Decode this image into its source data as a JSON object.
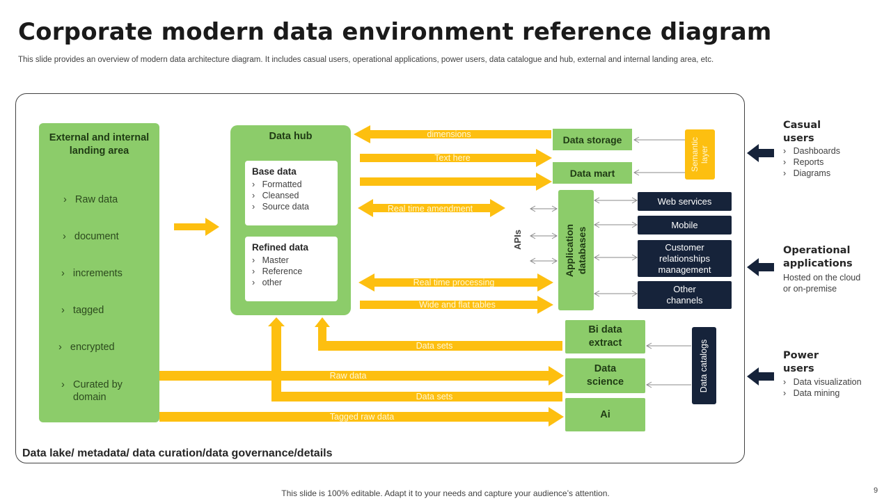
{
  "header": {
    "title": "Corporate modern data environment reference diagram",
    "subtitle": "This slide provides an overview of modern data architecture diagram. It includes casual users, operational applications, power users, data catalogue and hub, external and internal landing area, etc."
  },
  "landing": {
    "title": "External and internal landing area",
    "items": [
      "Raw data",
      "document",
      "increments",
      "tagged",
      "encrypted",
      "Curated by domain"
    ]
  },
  "hub": {
    "title": "Data hub",
    "base": {
      "title": "Base data",
      "items": [
        "Formatted",
        "Cleansed",
        "Source data"
      ]
    },
    "refined": {
      "title": "Refined data",
      "items": [
        "Master",
        "Reference",
        "other"
      ]
    }
  },
  "arrows": {
    "dimensions": "dimensions",
    "text_here": "Text here",
    "real_time_amendment": "Real time amendment",
    "real_time_processing": "Real time processing",
    "wide_flat": "Wide and flat tables",
    "data_sets_1": "Data sets",
    "raw_data": "Raw data",
    "data_sets_2": "Data sets",
    "tagged_raw": "Tagged raw data"
  },
  "boxes": {
    "data_storage": "Data storage",
    "data_mart": "Data mart",
    "semantic_layer": "Semantic layer",
    "apis": "APIs",
    "app_db": "Application databases",
    "bi_extract": "Bi data extract",
    "data_science": "Data science",
    "ai": "Ai",
    "data_catalogs": "Data catalogs"
  },
  "channels": [
    "Web services",
    "Mobile",
    "Customer relationships management",
    "Other channels"
  ],
  "side": {
    "casual": {
      "title": "Casual users",
      "items": [
        "Dashboards",
        "Reports",
        "Diagrams"
      ]
    },
    "operational": {
      "title": "Operational applications",
      "desc": "Hosted on the cloud or on-premise"
    },
    "power": {
      "title": "Power users",
      "items": [
        "Data visualization",
        "Data mining"
      ]
    }
  },
  "caption": "Data lake/ metadata/ data curation/data governance/details",
  "footer": "This slide is 100% editable. Adapt it to your needs and capture your audience’s attention.",
  "page_number": "9",
  "colors": {
    "green": "#8ccc6a",
    "yellow": "#fdbf10",
    "navy": "#16233a"
  }
}
